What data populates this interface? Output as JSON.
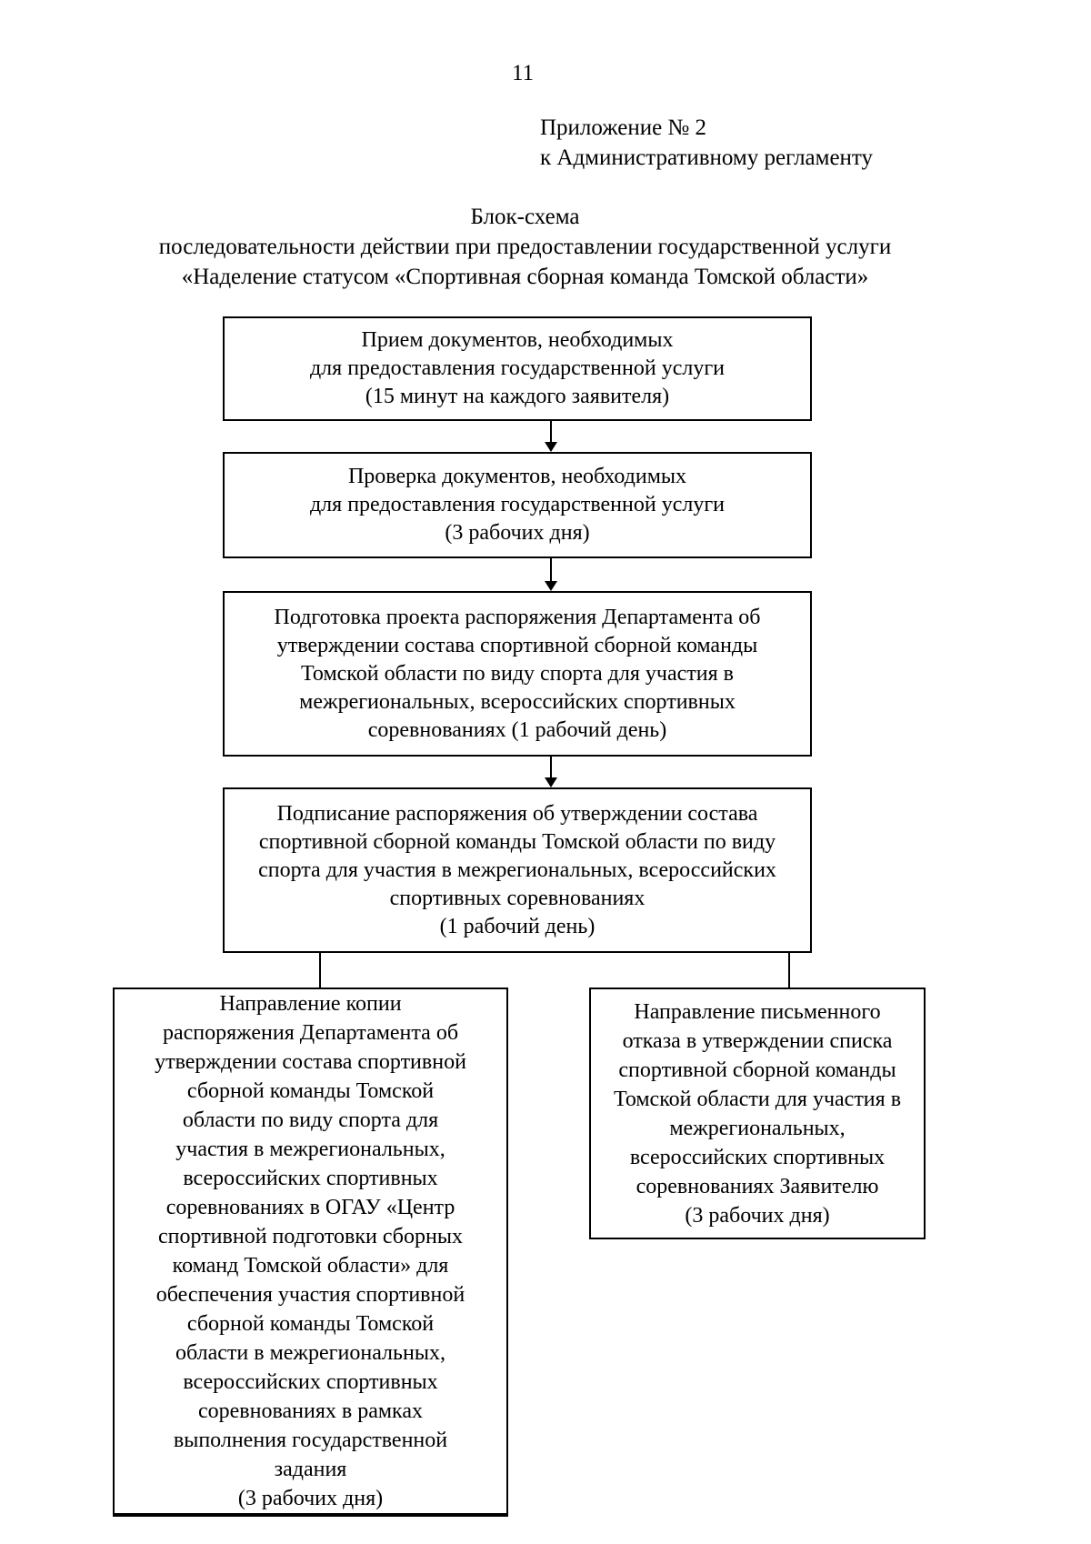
{
  "colors": {
    "text": "#000000",
    "background": "#ffffff",
    "box_border": "#000000"
  },
  "page": {
    "number": "11",
    "appendix_lines": [
      "Приложение № 2",
      "к Административному регламенту"
    ],
    "title_lines": [
      "Блок-схема",
      "последовательности действии при предоставлении государственной услуги",
      "«Наделение статусом «Спортивная сборная команда Томской области»"
    ]
  },
  "flowchart": {
    "steps": [
      {
        "name": "reception-of-documents",
        "lines": [
          "Прием документов, необходимых",
          "для предоставления государственной услуги",
          "(15 минут на каждого заявителя)"
        ]
      },
      {
        "name": "verification-of-documents",
        "lines": [
          "Проверка документов, необходимых",
          "для предоставления государственной услуги",
          "(3 рабочих дня)"
        ]
      },
      {
        "name": "draft-order-preparation",
        "lines": [
          "Подготовка проекта распоряжения Департамента об",
          "утверждении состава спортивной сборной команды",
          "Томской области по виду спорта для участия в",
          "межрегиональных, всероссийских спортивных",
          "соревнованиях (1 рабочий день)"
        ]
      },
      {
        "name": "order-signing",
        "lines": [
          "Подписание распоряжения об утверждении состава",
          "спортивной сборной команды Томской области по виду",
          "спорта для участия в межрегиональных, всероссийских",
          "спортивных соревнованиях",
          "(1 рабочий день)"
        ]
      },
      {
        "name": "branch-send-copy-of-order",
        "lines": [
          "Направление копии",
          "распоряжения Департамента об",
          "утверждении состава спортивной",
          "сборной команды Томской",
          "области по виду спорта для",
          "участия в межрегиональных,",
          "всероссийских спортивных",
          "соревнованиях в ОГАУ «Центр",
          "спортивной подготовки сборных",
          "команд Томской области» для",
          "обеспечения участия спортивной",
          "сборной команды Томской",
          "области в межрегиональных,",
          "всероссийских спортивных",
          "соревнованиях в рамках",
          "выполнения государственной",
          "задания",
          "(3 рабочих дня)"
        ]
      },
      {
        "name": "branch-send-written-refusal",
        "lines": [
          "Направление письменного",
          "отказа в утверждении списка",
          "спортивной сборной команды",
          "Томской области для участия в",
          "межрегиональных,",
          "всероссийских спортивных",
          "соревнованиях Заявителю",
          "(3 рабочих дня)"
        ]
      }
    ]
  }
}
